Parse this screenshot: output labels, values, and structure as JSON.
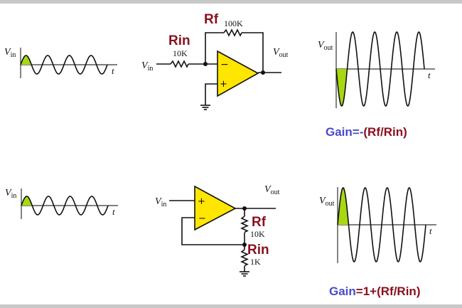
{
  "colors": {
    "highlight_green": "#a8d810",
    "opamp_yellow": "#ffe600",
    "label_red": "#8b1020",
    "label_blue": "#4a4ac8"
  },
  "inverting": {
    "input_wave": {
      "ylabel": "V",
      "ylabel_sub": "in",
      "xlabel": "t",
      "cycles": 4,
      "amplitude": "small"
    },
    "circuit": {
      "vin_label": "V",
      "vin_sub": "in",
      "vout_label": "V",
      "vout_sub": "out",
      "rin_name": "Rin",
      "rin_value": "10K",
      "rf_name": "Rf",
      "rf_value": "100K",
      "minus_sign": "−",
      "plus_sign": "+"
    },
    "output_wave": {
      "ylabel": "V",
      "ylabel_sub": "out",
      "xlabel": "t",
      "cycles": 4,
      "amplitude": "large",
      "phase": "inverted"
    },
    "gain": {
      "part_blue": "Gain=-",
      "part_red": "(Rf/Rin)"
    }
  },
  "non_inverting": {
    "input_wave": {
      "ylabel": "V",
      "ylabel_sub": "in",
      "xlabel": "t",
      "cycles": 4,
      "amplitude": "small"
    },
    "circuit": {
      "vin_label": "V",
      "vin_sub": "in",
      "vout_label": "V",
      "vout_sub": "out",
      "rf_name": "Rf",
      "rf_value": "10K",
      "rin_name": "Rin",
      "rin_value": "1K",
      "minus_sign": "−",
      "plus_sign": "+"
    },
    "output_wave": {
      "ylabel": "V",
      "ylabel_sub": "out",
      "xlabel": "t",
      "cycles": 4,
      "amplitude": "large",
      "phase": "in-phase"
    },
    "gain": {
      "part_blue": "Gain",
      "part_red": "=1+(Rf/Rin)"
    }
  }
}
